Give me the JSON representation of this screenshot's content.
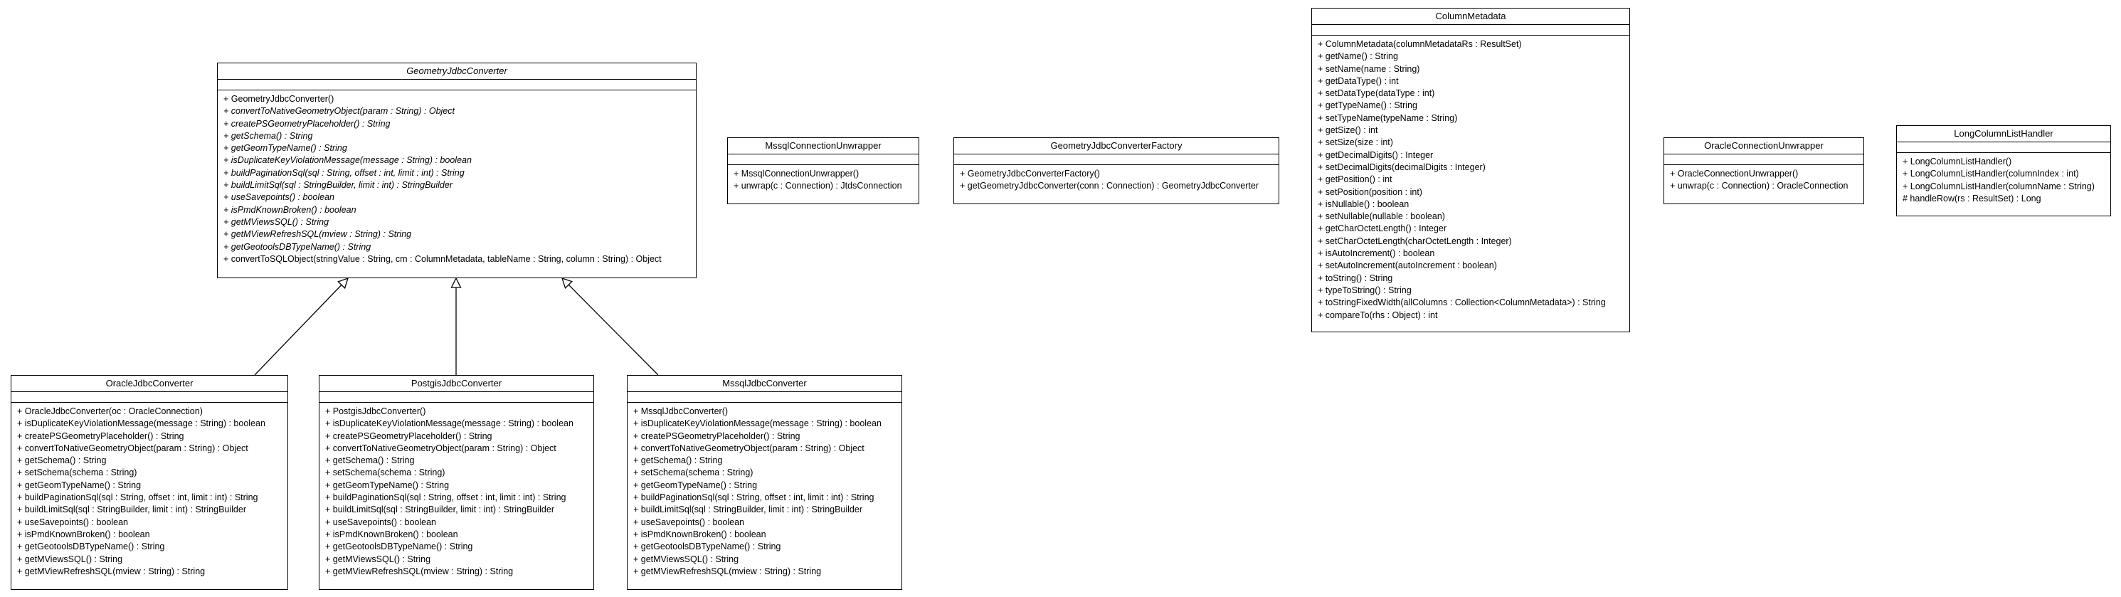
{
  "classes": [
    {
      "id": "geometry-jdbc-converter",
      "name": "GeometryJdbcConverter",
      "abstract": true,
      "operations": [
        {
          "text": "+ GeometryJdbcConverter()",
          "abstract": false
        },
        {
          "text": "+ convertToNativeGeometryObject(param : String) : Object",
          "abstract": true
        },
        {
          "text": "+ createPSGeometryPlaceholder() : String",
          "abstract": true
        },
        {
          "text": "+ getSchema() : String",
          "abstract": true
        },
        {
          "text": "+ getGeomTypeName() : String",
          "abstract": true
        },
        {
          "text": "+ isDuplicateKeyViolationMessage(message : String) : boolean",
          "abstract": true
        },
        {
          "text": "+ buildPaginationSql(sql : String, offset : int, limit : int) : String",
          "abstract": true
        },
        {
          "text": "+ buildLimitSql(sql : StringBuilder, limit : int) : StringBuilder",
          "abstract": true
        },
        {
          "text": "+ useSavepoints() : boolean",
          "abstract": true
        },
        {
          "text": "+ isPmdKnownBroken() : boolean",
          "abstract": true
        },
        {
          "text": "+ getMViewsSQL() : String",
          "abstract": true
        },
        {
          "text": "+ getMViewRefreshSQL(mview : String) : String",
          "abstract": true
        },
        {
          "text": "+ getGeotoolsDBTypeName() : String",
          "abstract": true
        },
        {
          "text": "+ convertToSQLObject(stringValue : String, cm : ColumnMetadata, tableName : String, column : String) : Object",
          "abstract": false
        }
      ]
    },
    {
      "id": "mssql-connection-unwrapper",
      "name": "MssqlConnectionUnwrapper",
      "abstract": false,
      "operations": [
        {
          "text": "+ MssqlConnectionUnwrapper()",
          "abstract": false
        },
        {
          "text": "+ unwrap(c : Connection) : JtdsConnection",
          "abstract": false
        }
      ]
    },
    {
      "id": "geometry-jdbc-converter-factory",
      "name": "GeometryJdbcConverterFactory",
      "abstract": false,
      "operations": [
        {
          "text": "+ GeometryJdbcConverterFactory()",
          "abstract": false
        },
        {
          "text": "+ getGeometryJdbcConverter(conn : Connection) : GeometryJdbcConverter",
          "abstract": false
        }
      ]
    },
    {
      "id": "column-metadata",
      "name": "ColumnMetadata",
      "abstract": false,
      "operations": [
        {
          "text": "+ ColumnMetadata(columnMetadataRs : ResultSet)",
          "abstract": false
        },
        {
          "text": "+ getName() : String",
          "abstract": false
        },
        {
          "text": "+ setName(name : String)",
          "abstract": false
        },
        {
          "text": "+ getDataType() : int",
          "abstract": false
        },
        {
          "text": "+ setDataType(dataType : int)",
          "abstract": false
        },
        {
          "text": "+ getTypeName() : String",
          "abstract": false
        },
        {
          "text": "+ setTypeName(typeName : String)",
          "abstract": false
        },
        {
          "text": "+ getSize() : int",
          "abstract": false
        },
        {
          "text": "+ setSize(size : int)",
          "abstract": false
        },
        {
          "text": "+ getDecimalDigits() : Integer",
          "abstract": false
        },
        {
          "text": "+ setDecimalDigits(decimalDigits : Integer)",
          "abstract": false
        },
        {
          "text": "+ getPosition() : int",
          "abstract": false
        },
        {
          "text": "+ setPosition(position : int)",
          "abstract": false
        },
        {
          "text": "+ isNullable() : boolean",
          "abstract": false
        },
        {
          "text": "+ setNullable(nullable : boolean)",
          "abstract": false
        },
        {
          "text": "+ getCharOctetLength() : Integer",
          "abstract": false
        },
        {
          "text": "+ setCharOctetLength(charOctetLength : Integer)",
          "abstract": false
        },
        {
          "text": "+ isAutoIncrement() : boolean",
          "abstract": false
        },
        {
          "text": "+ setAutoIncrement(autoIncrement : boolean)",
          "abstract": false
        },
        {
          "text": "+ toString() : String",
          "abstract": false
        },
        {
          "text": "+ typeToString() : String",
          "abstract": false
        },
        {
          "text": "+ toStringFixedWidth(allColumns : Collection<ColumnMetadata>) : String",
          "abstract": false
        },
        {
          "text": "+ compareTo(rhs : Object) : int",
          "abstract": false
        }
      ]
    },
    {
      "id": "oracle-connection-unwrapper",
      "name": "OracleConnectionUnwrapper",
      "abstract": false,
      "operations": [
        {
          "text": "+ OracleConnectionUnwrapper()",
          "abstract": false
        },
        {
          "text": "+ unwrap(c : Connection) : OracleConnection",
          "abstract": false
        }
      ]
    },
    {
      "id": "long-column-list-handler",
      "name": "LongColumnListHandler",
      "abstract": false,
      "operations": [
        {
          "text": "+ LongColumnListHandler()",
          "abstract": false
        },
        {
          "text": "+ LongColumnListHandler(columnIndex : int)",
          "abstract": false
        },
        {
          "text": "+ LongColumnListHandler(columnName : String)",
          "abstract": false
        },
        {
          "text": "# handleRow(rs : ResultSet) : Long",
          "abstract": false
        }
      ]
    },
    {
      "id": "oracle-jdbc-converter",
      "name": "OracleJdbcConverter",
      "abstract": false,
      "operations": [
        {
          "text": "+ OracleJdbcConverter(oc : OracleConnection)",
          "abstract": false
        },
        {
          "text": "+ isDuplicateKeyViolationMessage(message : String) : boolean",
          "abstract": false
        },
        {
          "text": "+ createPSGeometryPlaceholder() : String",
          "abstract": false
        },
        {
          "text": "+ convertToNativeGeometryObject(param : String) : Object",
          "abstract": false
        },
        {
          "text": "+ getSchema() : String",
          "abstract": false
        },
        {
          "text": "+ setSchema(schema : String)",
          "abstract": false
        },
        {
          "text": "+ getGeomTypeName() : String",
          "abstract": false
        },
        {
          "text": "+ buildPaginationSql(sql : String, offset : int, limit : int) : String",
          "abstract": false
        },
        {
          "text": "+ buildLimitSql(sql : StringBuilder, limit : int) : StringBuilder",
          "abstract": false
        },
        {
          "text": "+ useSavepoints() : boolean",
          "abstract": false
        },
        {
          "text": "+ isPmdKnownBroken() : boolean",
          "abstract": false
        },
        {
          "text": "+ getGeotoolsDBTypeName() : String",
          "abstract": false
        },
        {
          "text": "+ getMViewsSQL() : String",
          "abstract": false
        },
        {
          "text": "+ getMViewRefreshSQL(mview : String) : String",
          "abstract": false
        }
      ]
    },
    {
      "id": "postgis-jdbc-converter",
      "name": "PostgisJdbcConverter",
      "abstract": false,
      "operations": [
        {
          "text": "+ PostgisJdbcConverter()",
          "abstract": false
        },
        {
          "text": "+ isDuplicateKeyViolationMessage(message : String) : boolean",
          "abstract": false
        },
        {
          "text": "+ createPSGeometryPlaceholder() : String",
          "abstract": false
        },
        {
          "text": "+ convertToNativeGeometryObject(param : String) : Object",
          "abstract": false
        },
        {
          "text": "+ getSchema() : String",
          "abstract": false
        },
        {
          "text": "+ setSchema(schema : String)",
          "abstract": false
        },
        {
          "text": "+ getGeomTypeName() : String",
          "abstract": false
        },
        {
          "text": "+ buildPaginationSql(sql : String, offset : int, limit : int) : String",
          "abstract": false
        },
        {
          "text": "+ buildLimitSql(sql : StringBuilder, limit : int) : StringBuilder",
          "abstract": false
        },
        {
          "text": "+ useSavepoints() : boolean",
          "abstract": false
        },
        {
          "text": "+ isPmdKnownBroken() : boolean",
          "abstract": false
        },
        {
          "text": "+ getGeotoolsDBTypeName() : String",
          "abstract": false
        },
        {
          "text": "+ getMViewsSQL() : String",
          "abstract": false
        },
        {
          "text": "+ getMViewRefreshSQL(mview : String) : String",
          "abstract": false
        }
      ]
    },
    {
      "id": "mssql-jdbc-converter",
      "name": "MssqlJdbcConverter",
      "abstract": false,
      "operations": [
        {
          "text": "+ MssqlJdbcConverter()",
          "abstract": false
        },
        {
          "text": "+ isDuplicateKeyViolationMessage(message : String) : boolean",
          "abstract": false
        },
        {
          "text": "+ createPSGeometryPlaceholder() : String",
          "abstract": false
        },
        {
          "text": "+ convertToNativeGeometryObject(param : String) : Object",
          "abstract": false
        },
        {
          "text": "+ getSchema() : String",
          "abstract": false
        },
        {
          "text": "+ setSchema(schema : String)",
          "abstract": false
        },
        {
          "text": "+ getGeomTypeName() : String",
          "abstract": false
        },
        {
          "text": "+ buildPaginationSql(sql : String, offset : int, limit : int) : String",
          "abstract": false
        },
        {
          "text": "+ buildLimitSql(sql : StringBuilder, limit : int) : StringBuilder",
          "abstract": false
        },
        {
          "text": "+ useSavepoints() : boolean",
          "abstract": false
        },
        {
          "text": "+ isPmdKnownBroken() : boolean",
          "abstract": false
        },
        {
          "text": "+ getGeotoolsDBTypeName() : String",
          "abstract": false
        },
        {
          "text": "+ getMViewsSQL() : String",
          "abstract": false
        },
        {
          "text": "+ getMViewRefreshSQL(mview : String) : String",
          "abstract": false
        }
      ]
    }
  ],
  "relations": [
    {
      "type": "generalization",
      "from": "oracle-jdbc-converter",
      "to": "geometry-jdbc-converter"
    },
    {
      "type": "generalization",
      "from": "postgis-jdbc-converter",
      "to": "geometry-jdbc-converter"
    },
    {
      "type": "generalization",
      "from": "mssql-jdbc-converter",
      "to": "geometry-jdbc-converter"
    }
  ]
}
